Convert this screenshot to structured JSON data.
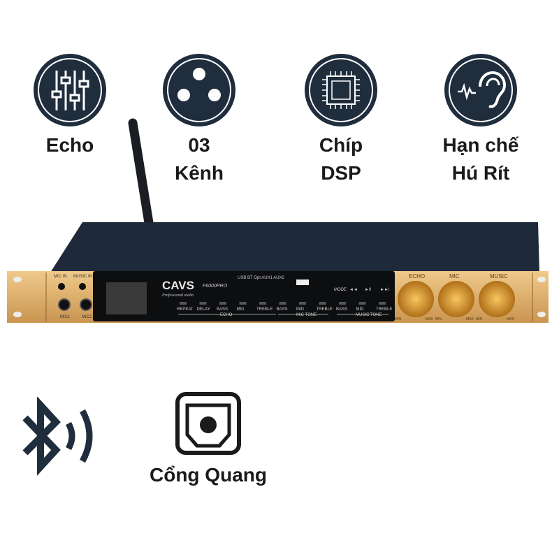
{
  "features": [
    {
      "icon": "equalizer-icon",
      "lines": [
        "Echo"
      ]
    },
    {
      "icon": "xlr-connector-icon",
      "lines": [
        "03",
        "Kênh"
      ]
    },
    {
      "icon": "dsp-chip-icon",
      "lines": [
        "Chíp",
        "DSP"
      ]
    },
    {
      "icon": "ear-feedback-icon",
      "lines": [
        "Hạn chế",
        "Hú Rít"
      ]
    }
  ],
  "device": {
    "brand": "CAVS",
    "model": "F6000PRO",
    "tagline": "Professional audio",
    "inputs": [
      "MIC IN",
      "MUSIC IN",
      "MIC1",
      "MIC2"
    ],
    "sources": "USB  BT  Opt  AUX1 AUX2",
    "echo_controls": [
      "REPEAT",
      "DELAY",
      "BASS",
      "MID",
      "TREBLE"
    ],
    "mic_tone": [
      "BASS",
      "MID",
      "TREBLE"
    ],
    "music_tone": [
      "BASS",
      "MID",
      "TREBLE"
    ],
    "group_labels": [
      "ECHO",
      "MIC TONE",
      "MUSIC TONE"
    ],
    "mode_buttons": [
      "MODE",
      "◄◄",
      "►II",
      "►►I"
    ],
    "knobs": [
      "ECHO",
      "MIC",
      "MUSIC"
    ],
    "knob_range": [
      "MIN",
      "MAX"
    ],
    "colors": {
      "panel": "#d9a45a",
      "top": "#1e2a3a",
      "icon_bg": "#1f2d3d"
    }
  },
  "bottom": {
    "bluetooth_icon": "bluetooth-icon",
    "optical_icon": "optical-port-icon",
    "optical_label": "Cổng Quang"
  }
}
